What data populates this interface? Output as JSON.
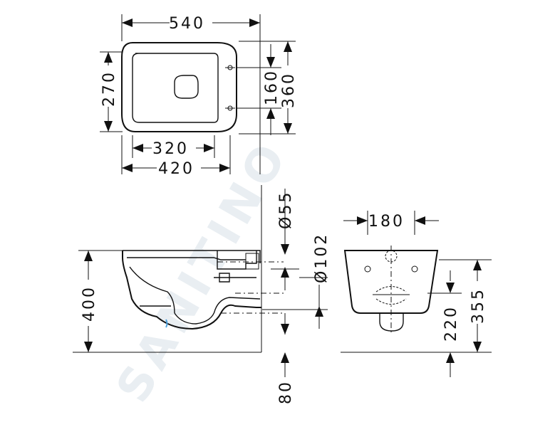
{
  "watermark": "SANITINO",
  "dimensions": {
    "top_width": "540",
    "top_depth_left": "270",
    "top_160": "160",
    "top_360": "360",
    "top_320": "320",
    "top_420": "420",
    "side_height": "400",
    "side_d55": "Ø55",
    "side_d102": "Ø102",
    "side_80": "80",
    "front_180": "180",
    "front_220": "220",
    "front_355": "355"
  },
  "colors": {
    "line": "#111111",
    "watermark": "#e9eef2"
  }
}
